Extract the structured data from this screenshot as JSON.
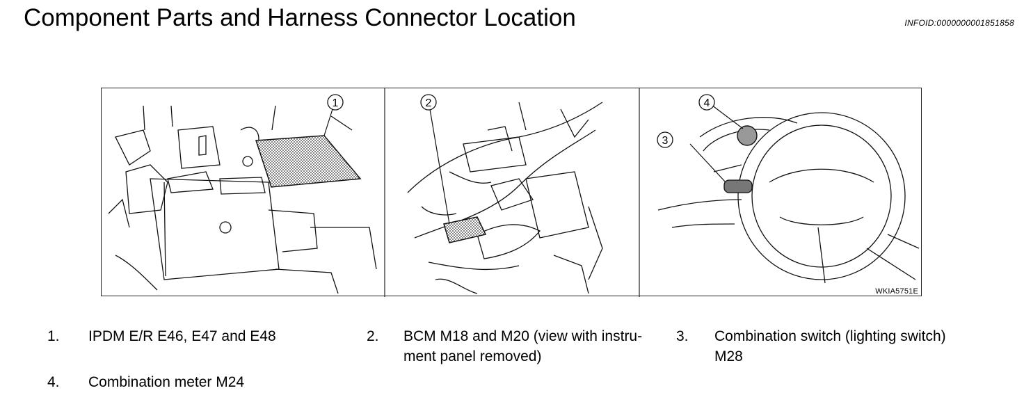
{
  "page": {
    "title": "Component Parts and Harness Connector Location",
    "info_id": "INFOID:0000000001851858"
  },
  "figure": {
    "code": "WKIA5751E",
    "callouts": [
      "1",
      "2",
      "3",
      "4"
    ]
  },
  "legend": [
    {
      "num": "1.",
      "text": "IPDM E/R E46, E47 and E48"
    },
    {
      "num": "2.",
      "line1": "BCM M18 and M20 (view with instru-",
      "line2": "ment panel removed)"
    },
    {
      "num": "3.",
      "line1": "Combination switch (lighting switch)",
      "line2": "M28"
    },
    {
      "num": "4.",
      "text": "Combination meter M24"
    }
  ]
}
